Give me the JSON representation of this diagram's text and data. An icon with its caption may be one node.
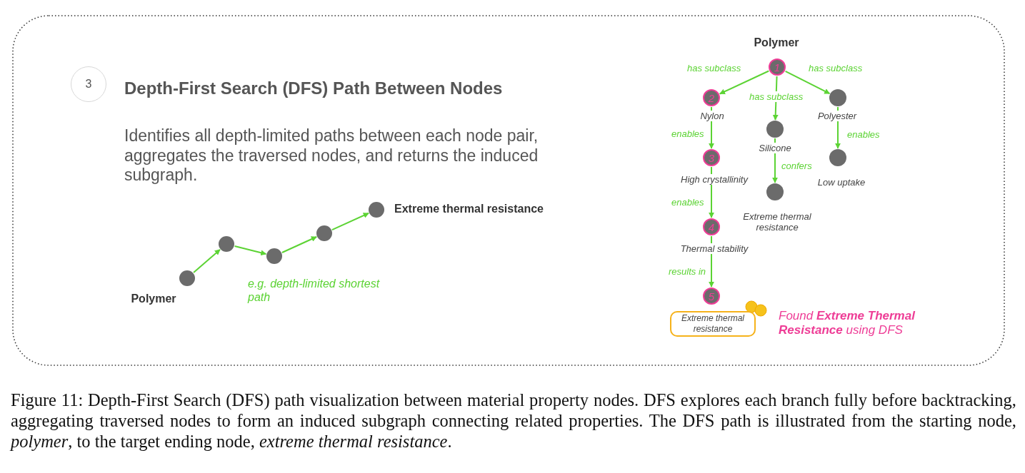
{
  "diagram": {
    "title": "Depth-First Search (DFS) Path Between Nodes",
    "caption": "Figure 11: Depth-First Search (DFS) path visualization between material property nodes. DFS explores each branch fully before backtracking, aggregating traversed nodes to form an induced subgraph connecting related properties. The DFS path is illustrated from the starting node, *polymer*, to the target ending node, *extreme thermal resistance*.",
    "nodes": [
      {
        "text": [
          "3"
        ]
      },
      {
        "text": [],
        "shape": "circle",
        "beside": [
          "Polymer"
        ]
      },
      {
        "text": [],
        "shape": "circle"
      },
      {
        "text": [],
        "shape": "circle"
      },
      {
        "text": [],
        "shape": "circle"
      },
      {
        "text": [],
        "shape": "circle",
        "beside": [
          "Extreme thermal resistance"
        ]
      },
      {
        "text": [
          "1"
        ],
        "beside": [
          "Polymer"
        ]
      },
      {
        "text": [
          "2"
        ],
        "beside": [
          "Nylon"
        ]
      },
      {
        "text": [],
        "shape": "circle",
        "beside": [
          "Silicone"
        ]
      },
      {
        "text": [],
        "shape": "circle",
        "beside": [
          "Polyester"
        ]
      },
      {
        "text": [
          "3"
        ],
        "beside": [
          "High crystallinity"
        ]
      },
      {
        "text": [],
        "shape": "circle",
        "beside": [
          "Extreme thermal resistance"
        ]
      },
      {
        "text": [],
        "shape": "circle",
        "beside": [
          "Low uptake"
        ]
      },
      {
        "text": [
          "4"
        ],
        "beside": [
          "Thermal stability"
        ]
      },
      {
        "text": [
          "5"
        ]
      },
      {
        "text": [
          "Extreme thermal resistance"
        ]
      }
    ],
    "edges": [
      {
        "from": 1,
        "to": 2,
        "arrow": "to"
      },
      {
        "from": 2,
        "to": 3,
        "arrow": "to"
      },
      {
        "from": 3,
        "to": 4,
        "arrow": "to"
      },
      {
        "from": 4,
        "to": 5,
        "arrow": "to"
      },
      {
        "from": 6,
        "to": 7,
        "arrow": "to",
        "label": "has subclass"
      },
      {
        "from": 6,
        "to": 8,
        "arrow": "to",
        "label": "has subclass"
      },
      {
        "from": 6,
        "to": 9,
        "arrow": "to",
        "label": "has subclass"
      },
      {
        "from": 7,
        "to": 10,
        "arrow": "to",
        "label": "enables"
      },
      {
        "from": 8,
        "to": 11,
        "arrow": "to",
        "label": "confers"
      },
      {
        "from": 9,
        "to": 12,
        "arrow": "to",
        "label": "enables"
      },
      {
        "from": 10,
        "to": 13,
        "arrow": "to",
        "label": "enables"
      },
      {
        "from": 13,
        "to": 14,
        "arrow": "to",
        "label": "results in"
      }
    ],
    "labels": [
      "Identifies all depth-limited paths between each node pair, aggregates the traversed nodes, and returns the induced subgraph.",
      "e.g. depth-limited shortest path",
      "Found **Extreme Thermal Resistance** using DFS"
    ]
  }
}
